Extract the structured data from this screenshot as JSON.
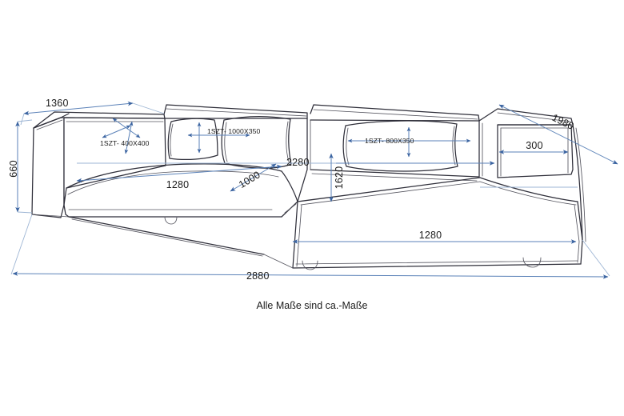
{
  "drawing": {
    "title": "Sectional sofa technical dimension drawing",
    "caption": "Alle Maße sind ca.-Maße",
    "units": "mm"
  },
  "dimensions": {
    "left_depth_top": "1360",
    "left_height": "660",
    "left_seat_width": "1280",
    "seat_diagonal": "1000",
    "corner_width": "2280",
    "chaise_depth": "1620",
    "chaise_width": "1280",
    "right_depth_top": "1980",
    "right_arm_width": "300",
    "overall_width": "2880"
  },
  "cushions": [
    {
      "id": "cushion-small-left",
      "label": "1SZT- 400X400"
    },
    {
      "id": "cushion-long-left",
      "label": "1SZT- 1000X350"
    },
    {
      "id": "cushion-long-right",
      "label": "1SZT- 800X350"
    }
  ],
  "colors": {
    "outline": "#2f2f3a",
    "dimension": "#5b82b8",
    "dimension_pale": "#9db5d4",
    "arrow": "#3a63a0",
    "text": "#1b1b1b",
    "background": "#ffffff"
  }
}
